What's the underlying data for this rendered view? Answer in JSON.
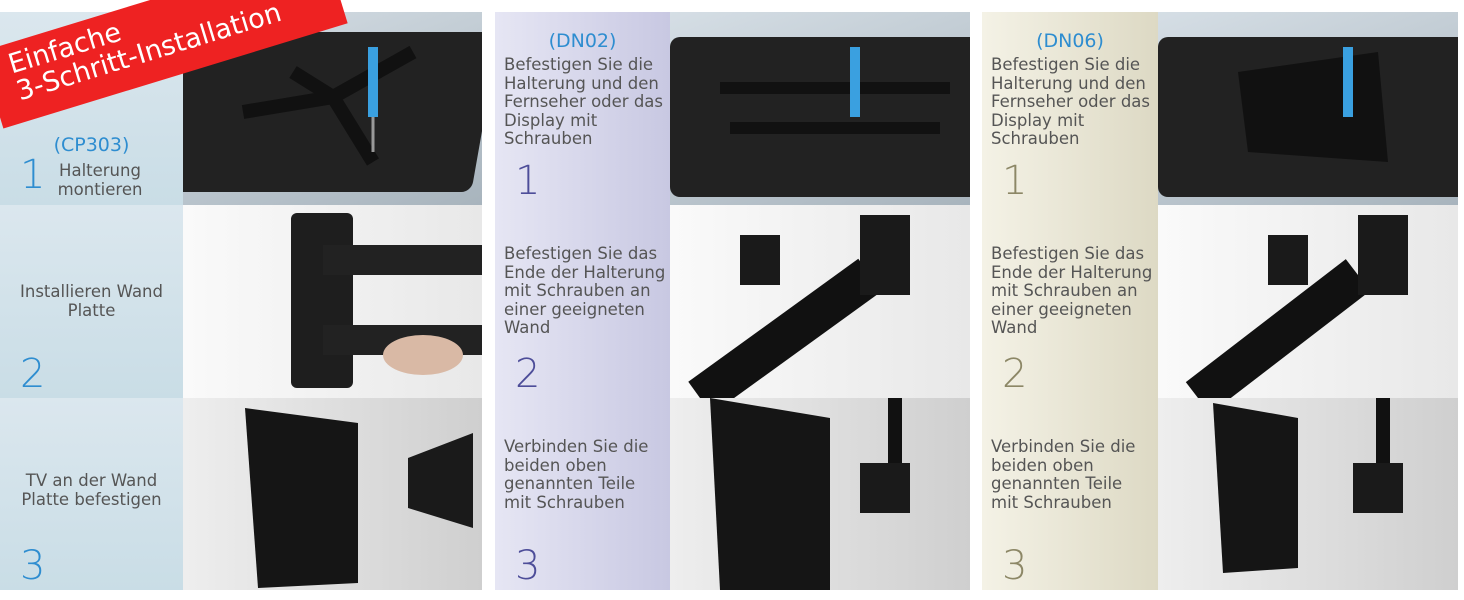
{
  "banner": {
    "line1": "Einfache",
    "line2": "3-Schritt-Installation"
  },
  "panels": [
    {
      "model": "(CP303)",
      "steps": [
        {
          "num": "1",
          "text": "Halterung montieren"
        },
        {
          "num": "2",
          "text": "Installieren Wand Platte"
        },
        {
          "num": "3",
          "text": "TV an der Wand Platte befestigen"
        }
      ]
    },
    {
      "model": "(DN02)",
      "steps": [
        {
          "num": "1",
          "text": "Befestigen Sie die Halterung und den Fernseher oder das Display mit Schrauben"
        },
        {
          "num": "2",
          "text": "Befestigen Sie das Ende der Halterung mit Schrauben an einer geeigneten Wand"
        },
        {
          "num": "3",
          "text": "Verbinden Sie die beiden oben genannten Teile mit Schrauben"
        }
      ]
    },
    {
      "model": "(DN06)",
      "steps": [
        {
          "num": "1",
          "text": "Befestigen Sie die Halterung und den Fernseher oder das Display mit Schrauben"
        },
        {
          "num": "2",
          "text": "Befestigen Sie das Ende der Halterung mit Schrauben an einer geeigneten Wand"
        },
        {
          "num": "3",
          "text": "Verbinden Sie die beiden oben genannten Teile mit Schrauben"
        }
      ]
    }
  ]
}
